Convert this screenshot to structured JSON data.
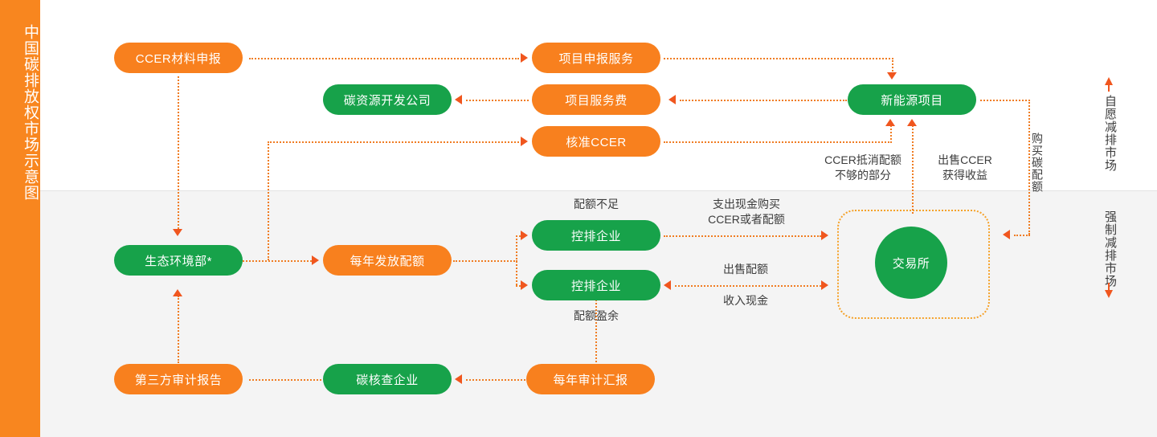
{
  "sidebar": {
    "title": "中国碳排放权市场示意图",
    "background_color": "#f8861f",
    "text_color": "#ffffff"
  },
  "theme": {
    "orange": "#f8801e",
    "green": "#17a24a",
    "connector": "#f07c22",
    "arrow": "#f0561e",
    "zone_top_bg": "#ffffff",
    "zone_bottom_bg": "#f4f4f4",
    "label_text": "#3c3c3c"
  },
  "zones": [
    {
      "id": "voluntary",
      "label": "自愿减排市场",
      "arrow": "up",
      "bg": "#ffffff"
    },
    {
      "id": "compliance",
      "label": "强制减排市场",
      "arrow": "down",
      "bg": "#f4f4f4"
    }
  ],
  "nodes": [
    {
      "id": "ccer-application",
      "label": "CCER材料申报",
      "color": "orange"
    },
    {
      "id": "project-declaration",
      "label": "项目申报服务",
      "color": "orange"
    },
    {
      "id": "carbon-dev-company",
      "label": "碳资源开发公司",
      "color": "green"
    },
    {
      "id": "project-service-fee",
      "label": "项目服务费",
      "color": "orange"
    },
    {
      "id": "approved-ccer",
      "label": "核准CCER",
      "color": "orange"
    },
    {
      "id": "new-energy-project",
      "label": "新能源项目",
      "color": "green"
    },
    {
      "id": "mee",
      "label": "生态环境部*",
      "color": "green"
    },
    {
      "id": "annual-allowance",
      "label": "每年发放配额",
      "color": "orange"
    },
    {
      "id": "controlled-enterprise-1",
      "label": "控排企业",
      "color": "green"
    },
    {
      "id": "controlled-enterprise-2",
      "label": "控排企业",
      "color": "green"
    },
    {
      "id": "exchange",
      "label": "交易所",
      "color": "green"
    },
    {
      "id": "third-party-audit",
      "label": "第三方审计报告",
      "color": "orange"
    },
    {
      "id": "carbon-verifier",
      "label": "碳核查企业",
      "color": "green"
    },
    {
      "id": "annual-audit-report",
      "label": "每年审计汇报",
      "color": "orange"
    }
  ],
  "edge_labels": {
    "ccer_offset": "CCER抵消配额\n不够的部分",
    "sell_ccer": "出售CCER\n获得收益",
    "buy_carbon_allowance": "购买碳配额",
    "allowance_shortage": "配额不足",
    "allowance_surplus": "配额盈余",
    "spend_cash_buy": "支出现金购买\nCCER或者配额",
    "sell_allowance": "出售配额",
    "receive_cash": "收入现金"
  }
}
